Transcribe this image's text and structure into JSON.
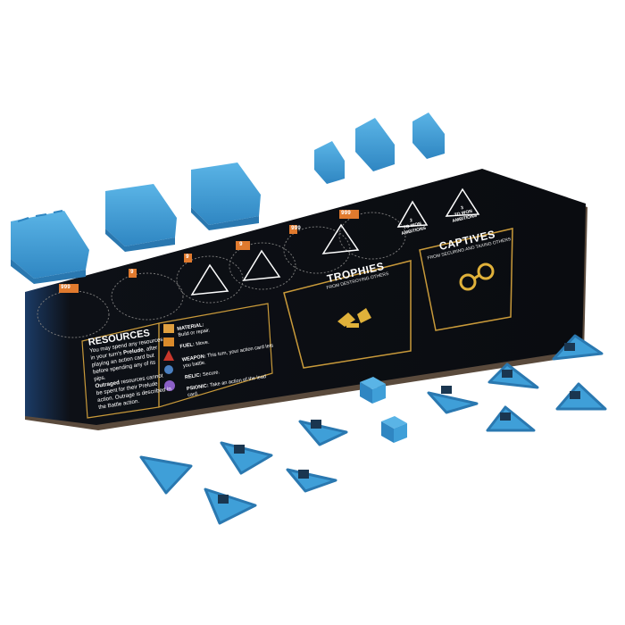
{
  "board": {
    "resources": {
      "title": "RESOURCES",
      "text_intro": "You may spend any resources in your turn's",
      "text_prelude": "Prelude",
      "text_mid": ", after playing an action card but before spending any of its pips.",
      "text_outraged": "Outraged",
      "text_outraged_rest": " resources cannot be spent for their Prelude action. Outrage is described in the Battle action.",
      "items": [
        {
          "name": "MATERIAL:",
          "desc": "Build or repair.",
          "color": "#e0a040"
        },
        {
          "name": "FUEL:",
          "desc": "Move.",
          "color": "#d98a2b"
        },
        {
          "name": "WEAPON:",
          "desc": "This turn, your action card lets you battle.",
          "color": "#c9372c"
        },
        {
          "name": "RELIC:",
          "desc": "Secure.",
          "color": "#4a7fc1"
        },
        {
          "name": "PSIONIC:",
          "desc": "Take an action of the lead card.",
          "color": "#8b5fc7"
        }
      ]
    },
    "trophies": {
      "title": "TROPHIES",
      "subtitle": "FROM DESTROYING OTHERS"
    },
    "captives": {
      "title": "CAPTIVES",
      "subtitle": "FROM SECURING AND TAXING OTHERS"
    },
    "ambitions": [
      {
        "label": "TO WON AMBITIONS",
        "count": "2"
      },
      {
        "label": "TO WON AMBITIONS",
        "count": "3"
      }
    ],
    "tags": [
      "999",
      "9",
      "9",
      "9",
      "999",
      "999"
    ]
  },
  "colors": {
    "piece_blue": "#3f9fd8",
    "piece_dark": "#2a78b0",
    "gold": "#c99a3a",
    "board_bg": "#0d0f14",
    "tag_orange": "#e07a2e"
  }
}
